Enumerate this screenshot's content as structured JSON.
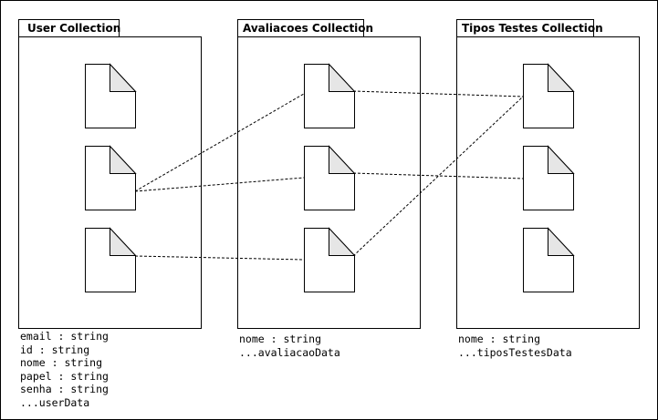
{
  "collections": [
    {
      "title": "User Collection",
      "fields": [
        "email : string",
        "id : string",
        "nome : string",
        "papel : string",
        "senha : string",
        "...userData"
      ]
    },
    {
      "title": "Avaliacoes Collection",
      "fields": [
        "nome : string",
        "...avaliacaoData"
      ]
    },
    {
      "title": "Tipos Testes Collection",
      "fields": [
        "nome : string",
        "...tiposTestesData"
      ]
    }
  ],
  "colors": {
    "line": "#000000",
    "fold": "#e6e6e6",
    "background": "#ffffff"
  }
}
